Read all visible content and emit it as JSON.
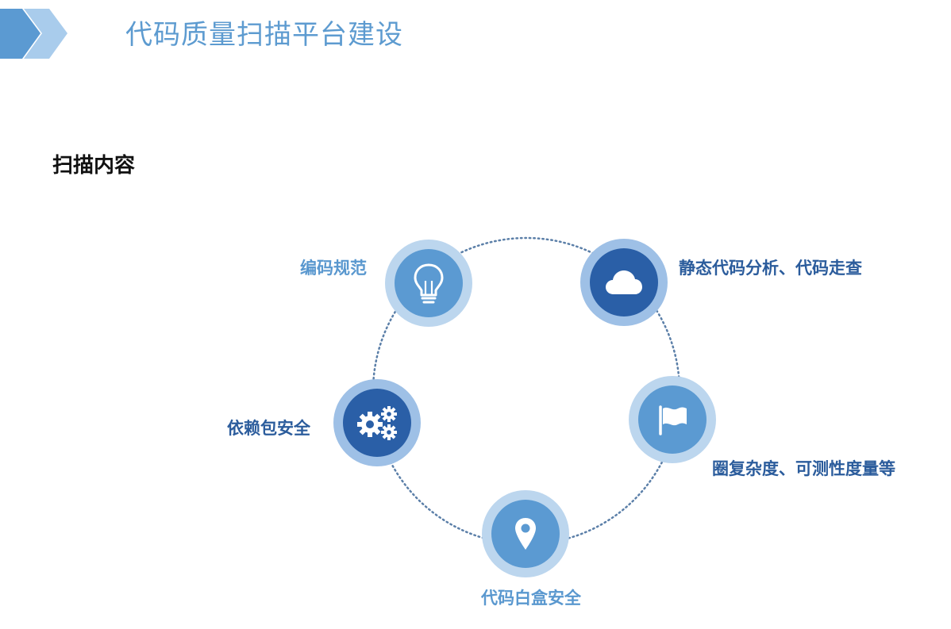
{
  "header": {
    "title": "代码质量扫描平台建设"
  },
  "section": {
    "subtitle": "扫描内容"
  },
  "cycle": {
    "items": [
      {
        "label": "编码规范",
        "icon": "lightbulb-icon"
      },
      {
        "label": "静态代码分析、代码走查",
        "icon": "cloud-icon"
      },
      {
        "label": "圈复杂度、可测性度量等",
        "icon": "flag-icon"
      },
      {
        "label": "代码白盒安全",
        "icon": "location-pin-icon"
      },
      {
        "label": "依赖包安全",
        "icon": "gears-icon"
      }
    ]
  },
  "colors": {
    "light_outer": "#bcd6ee",
    "light_inner": "#5b9ad2",
    "dark_outer": "#9ec0e6",
    "dark_inner": "#2a5fa7",
    "ring": "#5b7fa8",
    "accent_chevron": "#5b9ad2",
    "accent_chevron_light": "#a9ccec",
    "title": "#5d9bd0"
  }
}
